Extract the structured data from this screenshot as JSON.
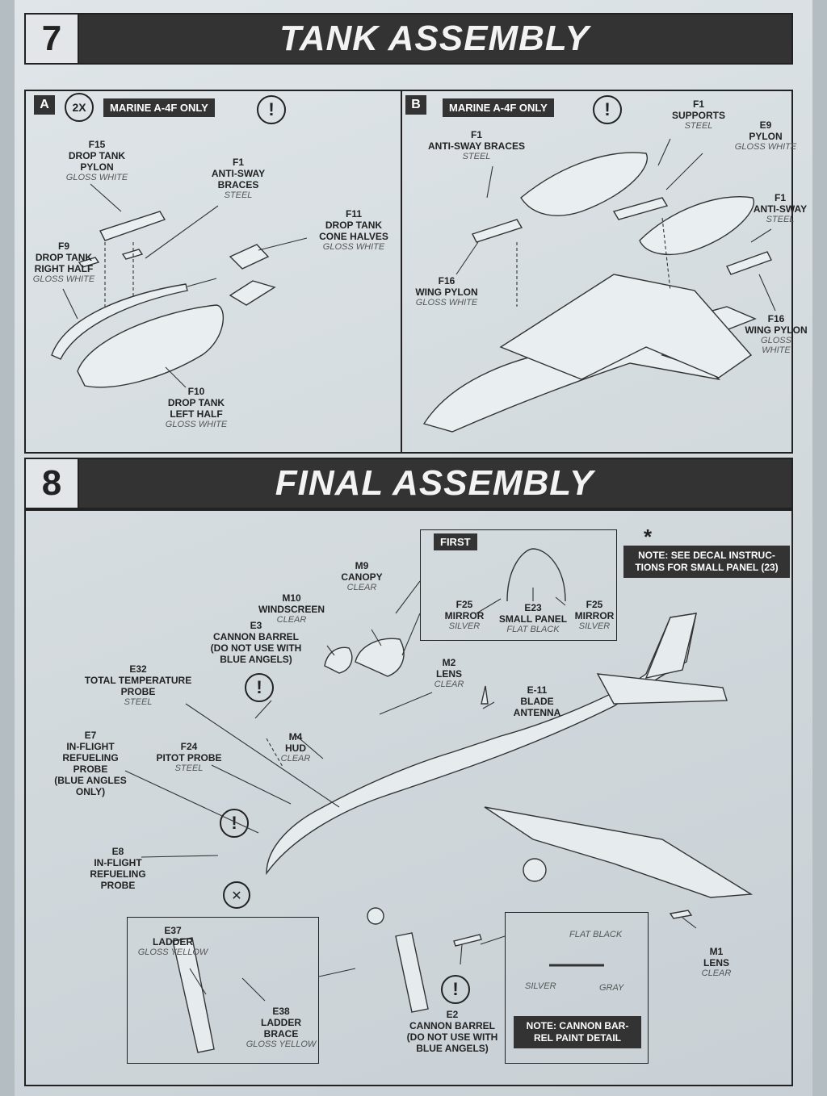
{
  "step7": {
    "number": "7",
    "title": "TANK ASSEMBLY",
    "subA": {
      "badge": "A",
      "qty": "2X",
      "tag": "MARINE A-4F ONLY",
      "warn": "!",
      "labels": {
        "f15": {
          "pn": "F15",
          "name": "DROP TANK\nPYLON",
          "paint": "GLOSS WHITE"
        },
        "f1": {
          "pn": "F1",
          "name": "ANTI-SWAY\nBRACES",
          "paint": "STEEL"
        },
        "f11": {
          "pn": "F11",
          "name": "DROP TANK\nCONE HALVES",
          "paint": "GLOSS WHITE"
        },
        "f9": {
          "pn": "F9",
          "name": "DROP TANK\nRIGHT HALF",
          "paint": "GLOSS WHITE"
        },
        "f10": {
          "pn": "F10",
          "name": "DROP TANK\nLEFT HALF",
          "paint": "GLOSS WHITE"
        }
      }
    },
    "subB": {
      "badge": "B",
      "tag": "MARINE A-4F ONLY",
      "warn": "!",
      "labels": {
        "f1_supports": {
          "pn": "F1",
          "name": "SUPPORTS",
          "paint": "STEEL"
        },
        "e9": {
          "pn": "E9",
          "name": "PYLON",
          "paint": "GLOSS WHITE"
        },
        "f1_braces": {
          "pn": "F1",
          "name": "ANTI-SWAY BRACES",
          "paint": "STEEL"
        },
        "f1_sway": {
          "pn": "F1",
          "name": "ANTI-SWAY",
          "paint": "STEEL"
        },
        "f16_left": {
          "pn": "F16",
          "name": "WING PYLON",
          "paint": "GLOSS WHITE"
        },
        "f16_right": {
          "pn": "F16",
          "name": "WING PYLON",
          "paint": "GLOSS\nWHITE"
        }
      }
    }
  },
  "step8": {
    "number": "8",
    "title": "FINAL ASSEMBLY",
    "first_tag": "FIRST",
    "note_decal": "NOTE: SEE DECAL INSTRUC-\nTIONS FOR SMALL PANEL (23)",
    "asterisk": "*",
    "note_cannon": "NOTE: CANNON BAR-\nREL PAINT DETAIL",
    "cannon_detail": {
      "flat_black": "FLAT BLACK",
      "silver": "SILVER",
      "gray": "GRAY"
    },
    "labels": {
      "f25_left": {
        "pn": "F25",
        "name": "MIRROR",
        "paint": "SILVER"
      },
      "e23": {
        "pn": "E23",
        "name": "SMALL PANEL",
        "paint": "FLAT BLACK"
      },
      "f25_right": {
        "pn": "F25",
        "name": "MIRROR",
        "paint": "SILVER"
      },
      "m9": {
        "pn": "M9",
        "name": "CANOPY",
        "paint": "CLEAR"
      },
      "m10": {
        "pn": "M10",
        "name": "WINDSCREEN",
        "paint": "CLEAR"
      },
      "e3": {
        "pn": "E3",
        "name": "CANNON BARREL\n(DO NOT USE WITH\nBLUE ANGELS)",
        "paint": ""
      },
      "m2": {
        "pn": "M2",
        "name": "LENS",
        "paint": "CLEAR"
      },
      "e11": {
        "pn": "E-11",
        "name": "BLADE\nANTENNA",
        "paint": ""
      },
      "e32": {
        "pn": "E32",
        "name": "TOTAL TEMPERATURE\nPROBE",
        "paint": "STEEL"
      },
      "e7": {
        "pn": "E7",
        "name": "IN-FLIGHT\nREFUELING\nPROBE\n(BLUE ANGLES\nONLY)",
        "paint": ""
      },
      "f24": {
        "pn": "F24",
        "name": "PITOT PROBE",
        "paint": "STEEL"
      },
      "m4": {
        "pn": "M4",
        "name": "HUD",
        "paint": "CLEAR"
      },
      "e8": {
        "pn": "E8",
        "name": "IN-FLIGHT\nREFUELING\nPROBE",
        "paint": ""
      },
      "e37": {
        "pn": "E37",
        "name": "LADDER",
        "paint": "GLOSS YELLOW"
      },
      "e38": {
        "pn": "E38",
        "name": "LADDER\nBRACE",
        "paint": "GLOSS YELLOW"
      },
      "e2": {
        "pn": "E2",
        "name": "CANNON BARREL\n(DO NOT USE WITH\nBLUE ANGELS)",
        "paint": ""
      },
      "m1": {
        "pn": "M1",
        "name": "LENS",
        "paint": "CLEAR"
      }
    },
    "warn": "!"
  }
}
